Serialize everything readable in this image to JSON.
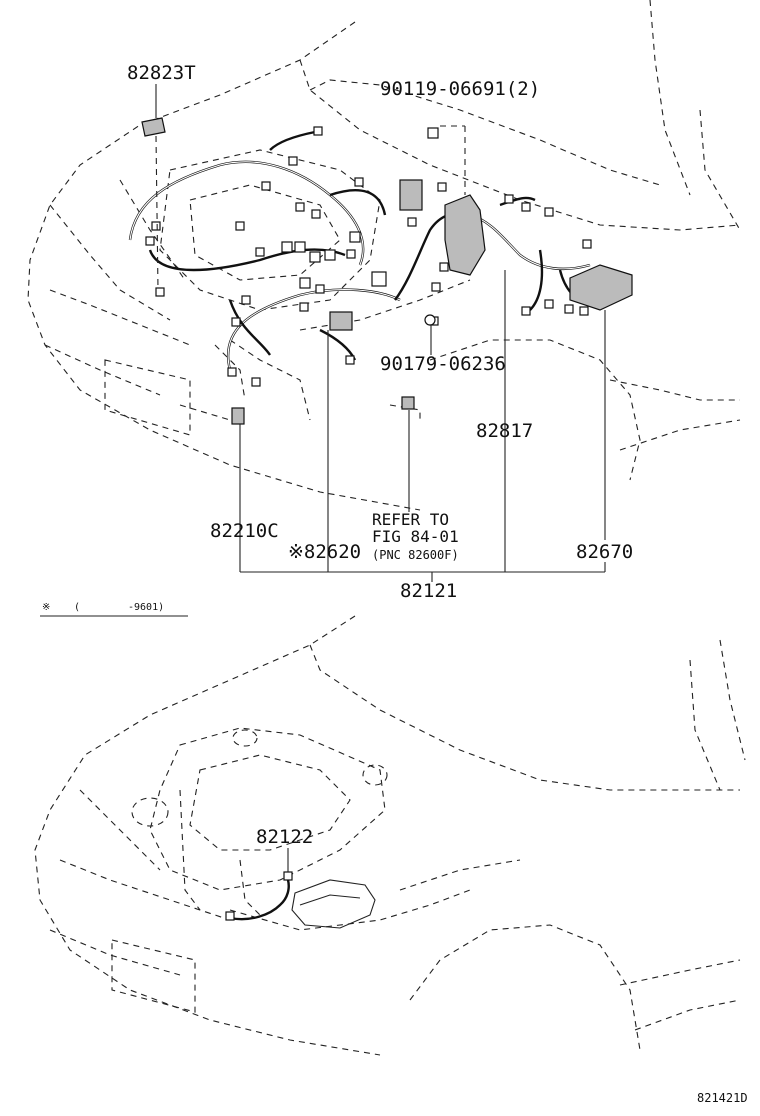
{
  "top_view": {
    "labels": {
      "p82823T": "82823T",
      "p90119": "90119-06691(2)",
      "p90179": "90179-06236",
      "p82817": "82817",
      "p82210C": "82210C",
      "p82620": "※82620",
      "refer1": "REFER TO",
      "refer2": "FIG 84-01",
      "refer3": "(PNC 82600F)",
      "p82670": "82670",
      "p82121": "82121"
    },
    "note": {
      "mark": "※",
      "open": "(",
      "range": "-9601)"
    }
  },
  "bottom_view": {
    "labels": {
      "p82122": "82122"
    }
  },
  "figure_id": "821421D"
}
